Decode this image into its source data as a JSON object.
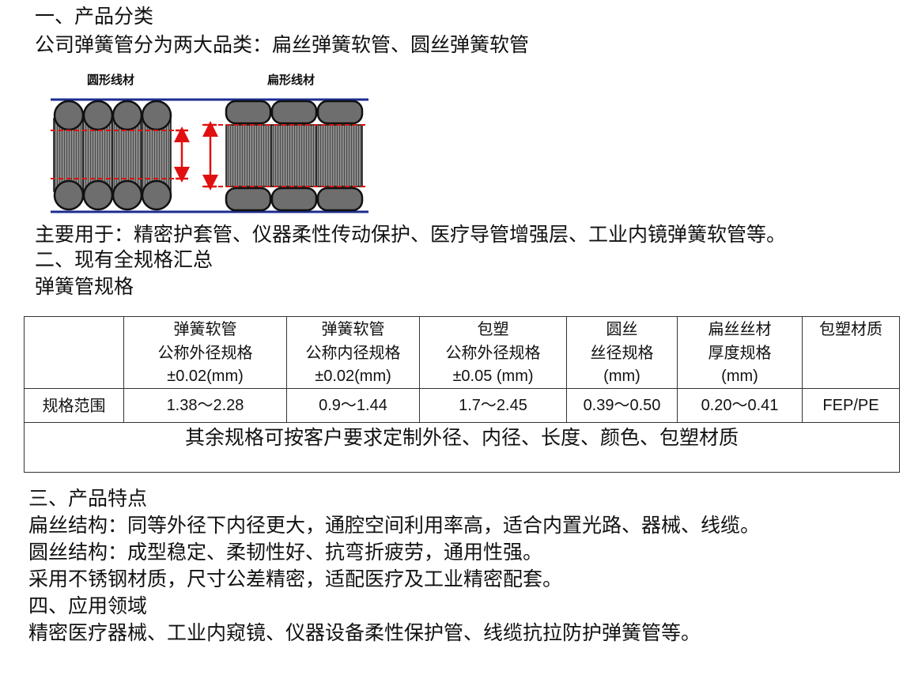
{
  "section1": {
    "heading": "一、产品分类",
    "intro": "公司弹簧管分为两大品类：扁丝弹簧软管、圆丝弹簧软管",
    "diagram": {
      "round_label": "圆形线材",
      "flat_label": "扁形线材",
      "colors": {
        "wire_fill": "#6e6e6e",
        "wire_stroke": "#111111",
        "guide_line": "#1c2d8f",
        "dimension_line": "#e01010"
      }
    },
    "usage": "主要用于：精密护套管、仪器柔性传动保护、医疗导管增强层、工业内镜弹簧软管等。"
  },
  "section2": {
    "heading": "二、现有全规格汇总",
    "subheading": "弹簧管规格",
    "table": {
      "headers": [
        {
          "lines": [
            ""
          ]
        },
        {
          "lines": [
            "弹簧软管",
            "公称外径规格",
            "±0.02(mm)"
          ]
        },
        {
          "lines": [
            "弹簧软管",
            "公称内径规格",
            "±0.02(mm)"
          ]
        },
        {
          "lines": [
            "包塑",
            "公称外径规格",
            "±0.05 (mm)"
          ]
        },
        {
          "lines": [
            "圆丝",
            "丝径规格",
            "(mm)"
          ]
        },
        {
          "lines": [
            "扁丝丝材",
            "厚度规格",
            "(mm)"
          ]
        },
        {
          "lines": [
            "包塑材质"
          ]
        }
      ],
      "range_row": [
        "规格范围",
        "1.38～2.28",
        "0.9～1.44",
        "1.7～2.45",
        "0.39～0.50",
        "0.20～0.41",
        "FEP/PE"
      ],
      "note": "其余规格可按客户要求定制外径、内径、长度、颜色、包塑材质"
    }
  },
  "section3": {
    "heading": "三、产品特点",
    "points": [
      "扁丝结构：同等外径下内径更大，通腔空间利用率高，适合内置光路、器械、线缆。",
      "圆丝结构：成型稳定、柔韧性好、抗弯折疲劳，通用性强。",
      "采用不锈钢材质，尺寸公差精密，适配医疗及工业精密配套。"
    ]
  },
  "section4": {
    "heading": "四、应用领域",
    "text": "精密医疗器械、工业内窥镜、仪器设备柔性保护管、线缆抗拉防护弹簧管等。"
  }
}
